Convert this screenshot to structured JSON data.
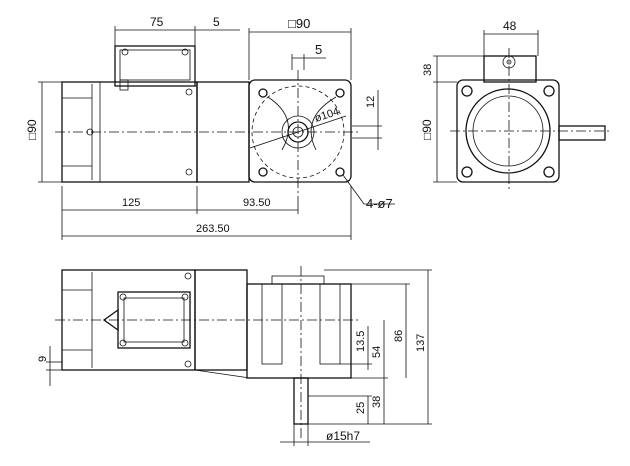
{
  "top_view": {
    "dim_terminal_width": "75",
    "dim_gap": "5",
    "dim_flange_square": "□90",
    "dim_shaft_offset": "5",
    "dim_body_height": "□90",
    "dim_pcd": "ø104",
    "dim_key_height": "12",
    "dim_holes": "4-ø7",
    "dim_motor_length": "125",
    "dim_gear_length": "93.50",
    "dim_total_length": "263.50"
  },
  "end_view": {
    "dim_box_width": "48",
    "dim_box_height": "38",
    "dim_square": "□90"
  },
  "front_view": {
    "dim_offset": "9",
    "dim_13_5": "13.5",
    "dim_54": "54",
    "dim_86": "86",
    "dim_137": "137",
    "dim_25": "25",
    "dim_38": "38",
    "dim_shaft": "ø15h7"
  }
}
